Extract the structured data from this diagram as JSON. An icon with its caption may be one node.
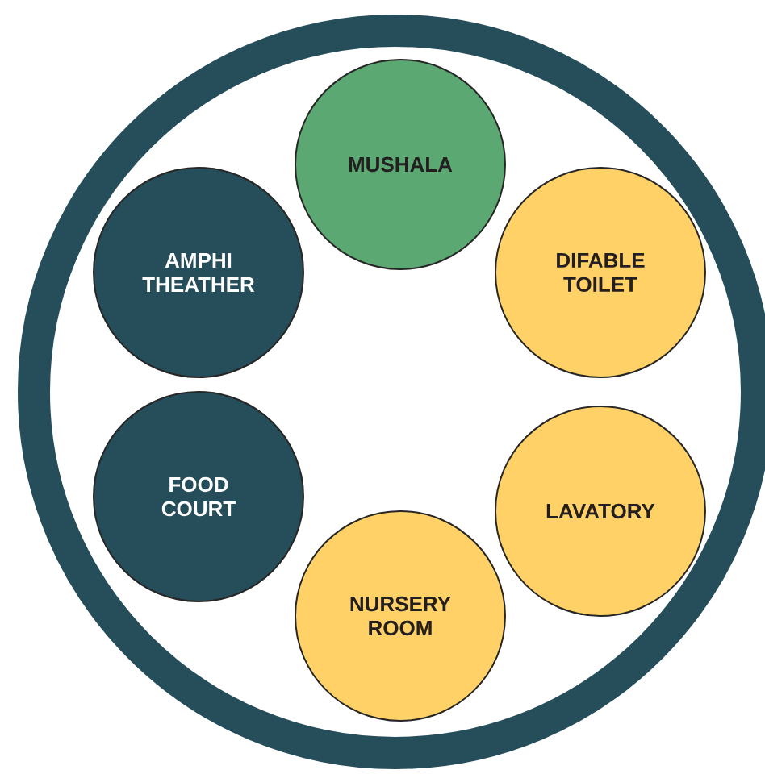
{
  "diagram": {
    "nodes": [
      {
        "text": [],
        "shape": "circle"
      },
      {
        "text": [
          "MUSHALA"
        ],
        "in": 0
      },
      {
        "text": [
          "AMPHI THEATHER"
        ],
        "in": 0
      },
      {
        "text": [
          "DIFABLE TOILET"
        ],
        "in": 0
      },
      {
        "text": [
          "FOOD COURT"
        ],
        "in": 0
      },
      {
        "text": [
          "LAVATORY"
        ],
        "in": 0
      },
      {
        "text": [
          "NURSERY ROOM"
        ],
        "in": 0
      }
    ]
  }
}
